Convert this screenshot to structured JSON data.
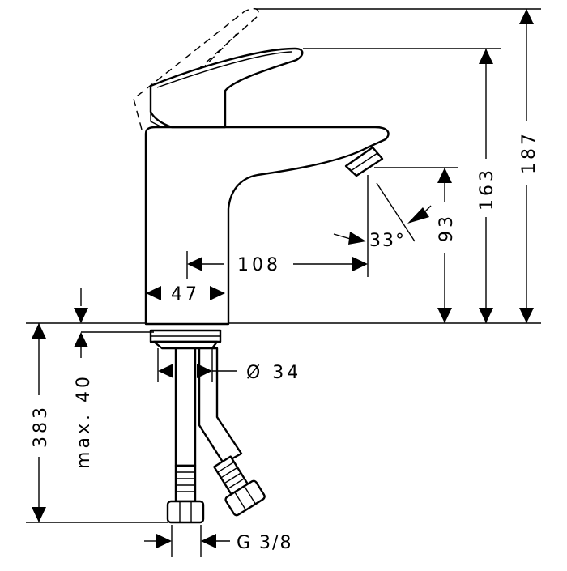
{
  "dimensions": {
    "total_height_raised": "187",
    "total_height": "163",
    "spout_height": "93",
    "projection": "108",
    "body_width": "47",
    "spray_angle": "33°",
    "hole_diameter": "Ø 34",
    "below_deck_length": "383",
    "max_deck_thickness": "max. 40",
    "connection_thread": "G 3/8"
  },
  "colors": {
    "line": "#000000",
    "background": "#ffffff"
  }
}
